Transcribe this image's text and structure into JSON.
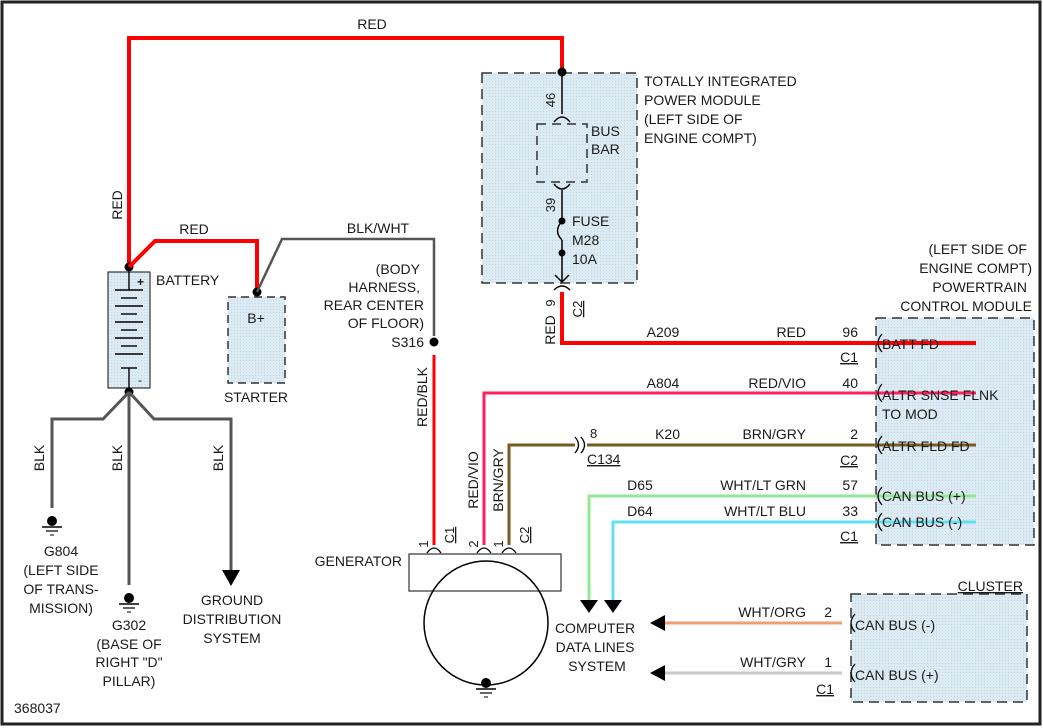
{
  "diagram_id": "368037",
  "colors": {
    "red": "#ff0000",
    "red_vio": "#ff2060",
    "brn_gry": "#7a5a20",
    "black_wire": "#555555",
    "wht_lt_grn": "#90e890",
    "wht_lt_blu": "#60e0f0",
    "wht_org": "#f0a070",
    "wht_gry": "#c8c8c8",
    "module_fill": "#dcebf3"
  },
  "top_wire": {
    "color_label": "RED",
    "vertical_label": "RED"
  },
  "tipm": {
    "title_lines": [
      "TOTALLY INTEGRATED",
      "POWER MODULE",
      "(LEFT SIDE OF",
      "ENGINE COMPT)"
    ],
    "pin_in": "46",
    "bus_bar_lines": [
      "BUS",
      "BAR"
    ],
    "pin_out": "39",
    "fuse_lines": [
      "FUSE",
      "M28",
      "10A"
    ],
    "out_pin": "9",
    "out_connector": "C2",
    "out_wire_color": "RED"
  },
  "battery": {
    "label": "BATTERY",
    "plus": "+",
    "minus": "-",
    "jumper_color": "RED"
  },
  "starter": {
    "label": "STARTER",
    "terminal": "B+"
  },
  "splice": {
    "wire_color": "BLK/WHT",
    "location_lines": [
      "(BODY",
      "HARNESS,",
      "REAR CENTER",
      "OF FLOOR)"
    ],
    "id": "S316",
    "down_wire_color": "RED/BLK"
  },
  "grounds": {
    "wire_color": "BLK",
    "g804": [
      "G804",
      "(LEFT SIDE",
      "OF TRANS-",
      "MISSION)"
    ],
    "g302": [
      "G302",
      "(BASE OF",
      "RIGHT \"D\"",
      "PILLAR)"
    ],
    "distribution": [
      "GROUND",
      "DISTRIBUTION",
      "SYSTEM"
    ]
  },
  "generator": {
    "label": "GENERATOR",
    "pins": [
      {
        "pin": "1",
        "connector": "C1",
        "wire": "RED/BLK"
      },
      {
        "pin": "2",
        "connector": "",
        "wire": "RED/VIO"
      },
      {
        "pin": "1",
        "connector": "C2",
        "wire": "BRN/GRY"
      }
    ]
  },
  "pcm": {
    "title_lines": [
      "(LEFT SIDE OF",
      "ENGINE COMPT)",
      "POWERTRAIN",
      "CONTROL MODULE"
    ],
    "circuits": [
      {
        "circuit": "A209",
        "color": "RED",
        "pin": "96",
        "connector": "C1",
        "function": [
          "BATT FD"
        ]
      },
      {
        "circuit": "A804",
        "color": "RED/VIO",
        "pin": "40",
        "connector": "",
        "function": [
          "ALTR SNSE FLNK",
          "TO MOD"
        ]
      },
      {
        "circuit": "K20",
        "color": "BRN/GRY",
        "pin": "2",
        "connector": "C2",
        "function": [
          "ALTR FLD FD"
        ]
      },
      {
        "circuit": "D65",
        "color": "WHT/LT GRN",
        "pin": "57",
        "connector": "",
        "function": [
          "CAN BUS (+)"
        ]
      },
      {
        "circuit": "D64",
        "color": "WHT/LT BLU",
        "pin": "33",
        "connector": "C1",
        "function": [
          "CAN BUS (-)"
        ]
      }
    ],
    "inline_connector": {
      "pin": "8",
      "id": "C134"
    }
  },
  "data_lines": {
    "label_lines": [
      "COMPUTER",
      "DATA LINES",
      "SYSTEM"
    ]
  },
  "cluster": {
    "title": "CLUSTER",
    "circuits": [
      {
        "color": "WHT/ORG",
        "pin": "2",
        "function": "CAN BUS (-)"
      },
      {
        "color": "WHT/GRY",
        "pin": "1",
        "function": "CAN BUS (+)"
      }
    ],
    "connector": "C1"
  }
}
